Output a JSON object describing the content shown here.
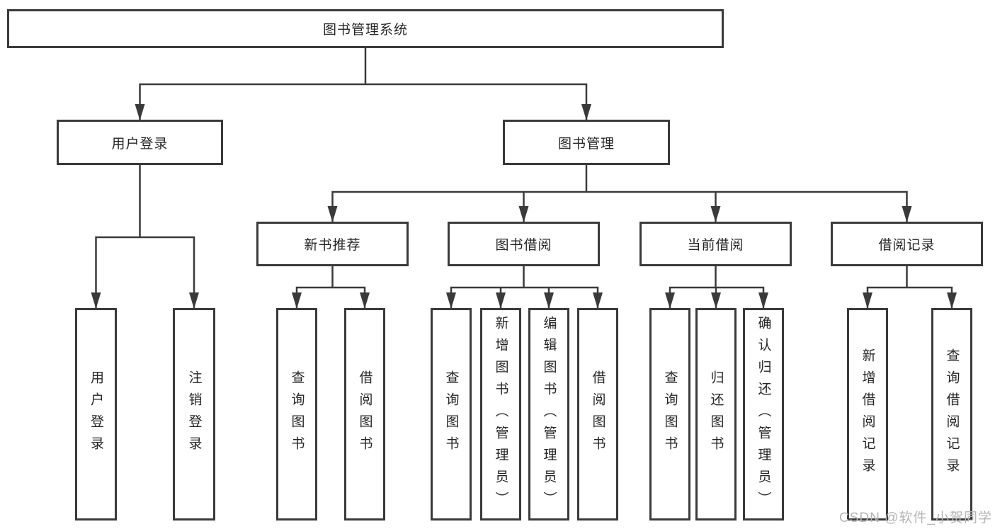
{
  "diagram": {
    "root": "图书管理系统",
    "level2": {
      "user_login": "用户登录",
      "book_mgmt": "图书管理"
    },
    "level3": {
      "new_books": "新书推荐",
      "book_borrow": "图书借阅",
      "current_borrow": "当前借阅",
      "borrow_records": "借阅记录"
    },
    "leaves": {
      "login": "用户登录",
      "logout": "注销登录",
      "nb_query": "查询图书",
      "nb_borrow": "借阅图书",
      "bb_query": "查询图书",
      "bb_add": "新增图书（管理员）",
      "bb_edit": "编辑图书（管理员）",
      "bb_borrow": "借阅图书",
      "cb_query": "查询图书",
      "cb_return": "归还图书",
      "cb_confirm": "确认归还（管理员）",
      "br_add": "新增借阅记录",
      "br_query": "查询借阅记录"
    }
  },
  "watermark": "CSDN @软件_小贺同学",
  "colors": {
    "line": "#3a3a3a",
    "text": "#262626",
    "watermark": "#b5b5b5",
    "background": "#ffffff"
  }
}
